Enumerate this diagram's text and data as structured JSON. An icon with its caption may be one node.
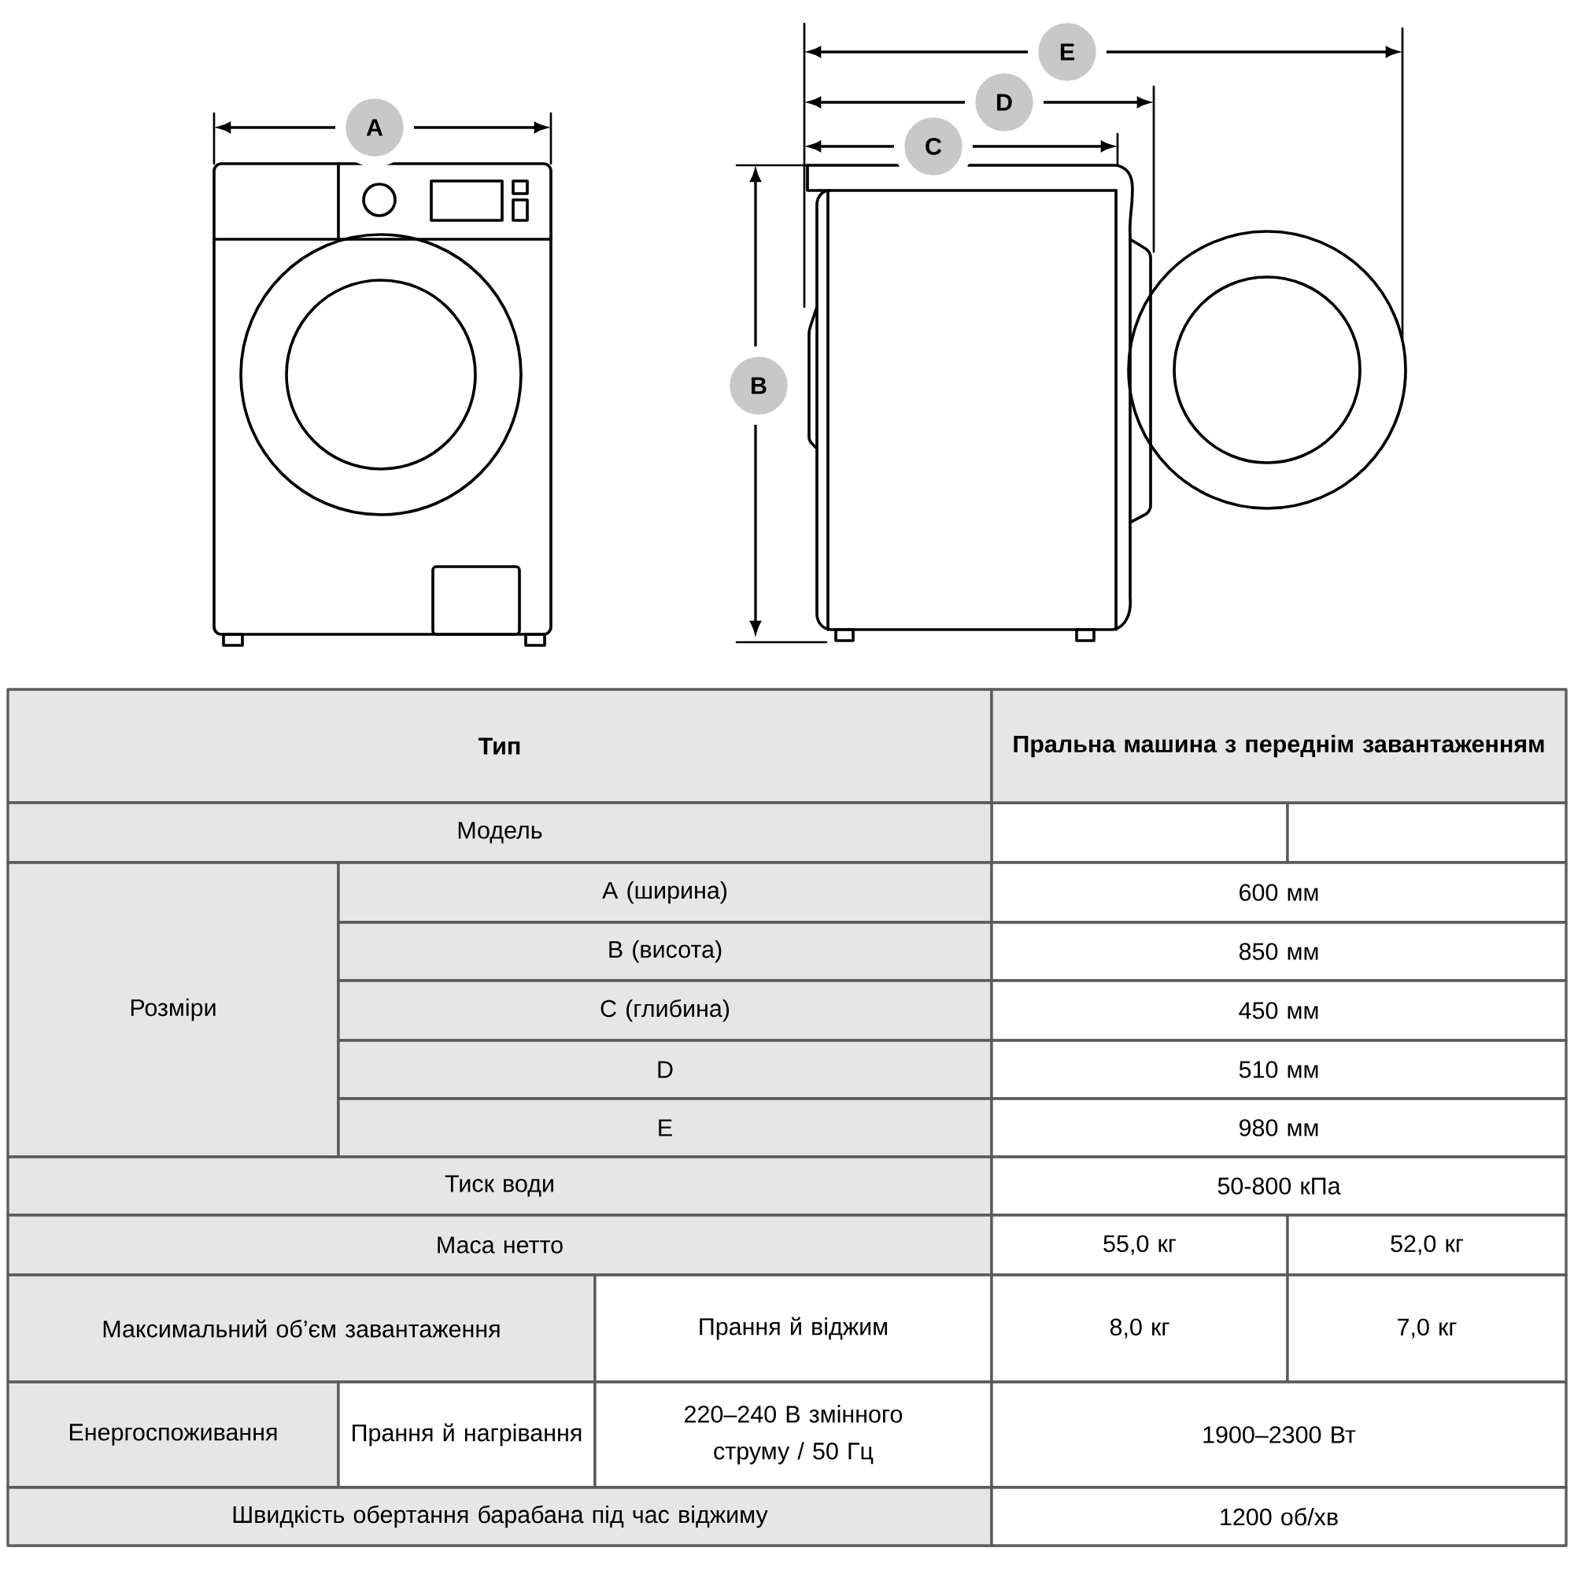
{
  "diagram": {
    "labels": [
      "E",
      "D",
      "A",
      "C",
      "B",
      "Тип",
      "Пральна машина з переднім завантаженням",
      "Модель",
      "Розміри",
      "A (ширина)",
      "600 мм",
      "B (висота)",
      "850 мм",
      "C (глибина)",
      "450 мм",
      "D",
      "510 мм",
      "E",
      "980 мм",
      "Тиск води",
      "50-800 кПа",
      "Маса нетто",
      "55,0 кг",
      "52,0 кг",
      "Максимальний об’єм завантаження",
      "Прання й віджим",
      "8,0 кг",
      "7,0 кг",
      "Енергоспоживання",
      "Прання й нагрівання",
      "220–240 В змінного струму / 50 Гц",
      "1900–2300 Вт",
      "Швидкість обертання барабана під час віджиму",
      "1200 об/хв"
    ]
  }
}
